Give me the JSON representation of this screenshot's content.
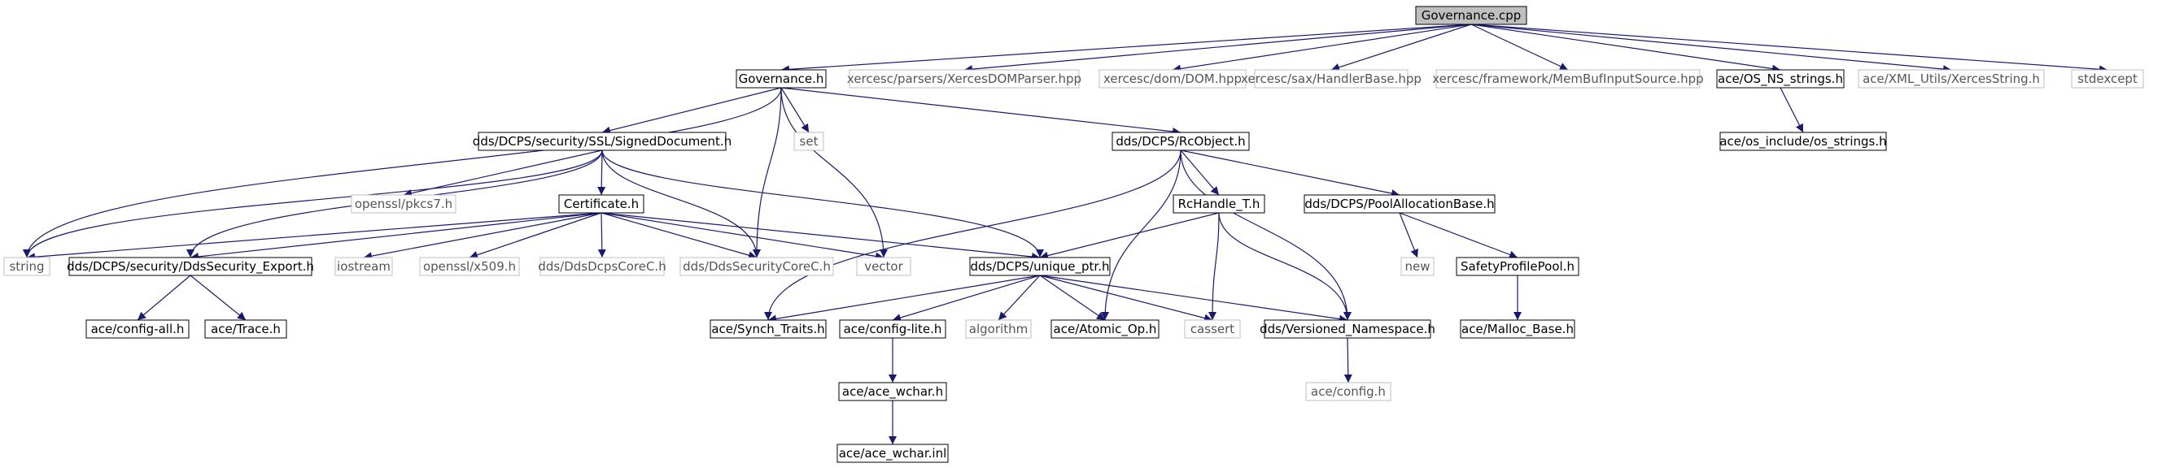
{
  "diagram": {
    "colors": {
      "edge": "#191970",
      "root_fill": "#bfbfbf",
      "node_border": "#000000",
      "external_border": "#bfbfbf",
      "text": "#000000",
      "external_text": "#555555"
    },
    "nodes": [
      {
        "id": "governance_cpp",
        "label": "Governance.cpp",
        "kind": "root"
      },
      {
        "id": "governance_h",
        "label": "Governance.h",
        "kind": "internal"
      },
      {
        "id": "xerces_dom_parser",
        "label": "xercesc/parsers/XercesDOMParser.hpp",
        "kind": "external"
      },
      {
        "id": "xerces_dom",
        "label": "xercesc/dom/DOM.hpp",
        "kind": "external"
      },
      {
        "id": "xerces_handler",
        "label": "xercesc/sax/HandlerBase.hpp",
        "kind": "external"
      },
      {
        "id": "xerces_membuf",
        "label": "xercesc/framework/MemBufInputSource.hpp",
        "kind": "external"
      },
      {
        "id": "ace_os_ns_strings",
        "label": "ace/OS_NS_strings.h",
        "kind": "internal"
      },
      {
        "id": "ace_xml_xercesstring",
        "label": "ace/XML_Utils/XercesString.h",
        "kind": "external"
      },
      {
        "id": "stdexcept",
        "label": "stdexcept",
        "kind": "external"
      },
      {
        "id": "signed_document",
        "label": "dds/DCPS/security/SSL/SignedDocument.h",
        "kind": "internal"
      },
      {
        "id": "set",
        "label": "set",
        "kind": "external"
      },
      {
        "id": "rcobject",
        "label": "dds/DCPS/RcObject.h",
        "kind": "internal"
      },
      {
        "id": "ace_os_include_strings",
        "label": "ace/os_include/os_strings.h",
        "kind": "internal"
      },
      {
        "id": "openssl_pkcs7",
        "label": "openssl/pkcs7.h",
        "kind": "external"
      },
      {
        "id": "certificate",
        "label": "Certificate.h",
        "kind": "internal"
      },
      {
        "id": "rchandle",
        "label": "RcHandle_T.h",
        "kind": "internal"
      },
      {
        "id": "pool_alloc",
        "label": "dds/DCPS/PoolAllocationBase.h",
        "kind": "internal"
      },
      {
        "id": "string",
        "label": "string",
        "kind": "external"
      },
      {
        "id": "dds_security_export",
        "label": "dds/DCPS/security/DdsSecurity_Export.h",
        "kind": "internal"
      },
      {
        "id": "iostream",
        "label": "iostream",
        "kind": "external"
      },
      {
        "id": "openssl_x509",
        "label": "openssl/x509.h",
        "kind": "external"
      },
      {
        "id": "dds_dcps_core",
        "label": "dds/DdsDcpsCoreC.h",
        "kind": "external"
      },
      {
        "id": "dds_security_core",
        "label": "dds/DdsSecurityCoreC.h",
        "kind": "external"
      },
      {
        "id": "vector",
        "label": "vector",
        "kind": "external"
      },
      {
        "id": "unique_ptr",
        "label": "dds/DCPS/unique_ptr.h",
        "kind": "internal"
      },
      {
        "id": "new",
        "label": "new",
        "kind": "external"
      },
      {
        "id": "safety_pool",
        "label": "SafetyProfilePool.h",
        "kind": "internal"
      },
      {
        "id": "ace_config_all",
        "label": "ace/config-all.h",
        "kind": "internal"
      },
      {
        "id": "ace_trace",
        "label": "ace/Trace.h",
        "kind": "internal"
      },
      {
        "id": "ace_synch_traits",
        "label": "ace/Synch_Traits.h",
        "kind": "internal"
      },
      {
        "id": "ace_config_lite",
        "label": "ace/config-lite.h",
        "kind": "internal"
      },
      {
        "id": "algorithm",
        "label": "algorithm",
        "kind": "external"
      },
      {
        "id": "ace_atomic_op",
        "label": "ace/Atomic_Op.h",
        "kind": "internal"
      },
      {
        "id": "cassert",
        "label": "cassert",
        "kind": "external"
      },
      {
        "id": "versioned_ns",
        "label": "dds/Versioned_Namespace.h",
        "kind": "internal"
      },
      {
        "id": "ace_malloc_base",
        "label": "ace/Malloc_Base.h",
        "kind": "internal"
      },
      {
        "id": "ace_wchar_h",
        "label": "ace/ace_wchar.h",
        "kind": "internal"
      },
      {
        "id": "ace_config_h",
        "label": "ace/config.h",
        "kind": "external"
      },
      {
        "id": "ace_wchar_inl",
        "label": "ace/ace_wchar.inl",
        "kind": "internal"
      }
    ],
    "edges": [
      [
        "governance_cpp",
        "governance_h"
      ],
      [
        "governance_cpp",
        "xerces_dom_parser"
      ],
      [
        "governance_cpp",
        "xerces_dom"
      ],
      [
        "governance_cpp",
        "xerces_handler"
      ],
      [
        "governance_cpp",
        "xerces_membuf"
      ],
      [
        "governance_cpp",
        "ace_os_ns_strings"
      ],
      [
        "governance_cpp",
        "ace_xml_xercesstring"
      ],
      [
        "governance_cpp",
        "stdexcept"
      ],
      [
        "governance_h",
        "signed_document"
      ],
      [
        "governance_h",
        "set"
      ],
      [
        "governance_h",
        "rcobject"
      ],
      [
        "governance_h",
        "string"
      ],
      [
        "governance_h",
        "dds_security_core"
      ],
      [
        "governance_h",
        "vector"
      ],
      [
        "ace_os_ns_strings",
        "ace_os_include_strings"
      ],
      [
        "signed_document",
        "openssl_pkcs7"
      ],
      [
        "signed_document",
        "certificate"
      ],
      [
        "signed_document",
        "string"
      ],
      [
        "signed_document",
        "dds_security_export"
      ],
      [
        "signed_document",
        "dds_security_core"
      ],
      [
        "signed_document",
        "unique_ptr"
      ],
      [
        "certificate",
        "string"
      ],
      [
        "certificate",
        "dds_security_export"
      ],
      [
        "certificate",
        "iostream"
      ],
      [
        "certificate",
        "openssl_x509"
      ],
      [
        "certificate",
        "dds_dcps_core"
      ],
      [
        "certificate",
        "dds_security_core"
      ],
      [
        "certificate",
        "vector"
      ],
      [
        "certificate",
        "unique_ptr"
      ],
      [
        "rcobject",
        "rchandle"
      ],
      [
        "rcobject",
        "pool_alloc"
      ],
      [
        "rcobject",
        "ace_synch_traits"
      ],
      [
        "rcobject",
        "ace_atomic_op"
      ],
      [
        "rcobject",
        "versioned_ns"
      ],
      [
        "rchandle",
        "unique_ptr"
      ],
      [
        "rchandle",
        "cassert"
      ],
      [
        "rchandle",
        "versioned_ns"
      ],
      [
        "pool_alloc",
        "new"
      ],
      [
        "pool_alloc",
        "safety_pool"
      ],
      [
        "safety_pool",
        "ace_malloc_base"
      ],
      [
        "dds_security_export",
        "ace_config_all"
      ],
      [
        "dds_security_export",
        "ace_trace"
      ],
      [
        "unique_ptr",
        "ace_synch_traits"
      ],
      [
        "unique_ptr",
        "ace_config_lite"
      ],
      [
        "unique_ptr",
        "algorithm"
      ],
      [
        "unique_ptr",
        "ace_atomic_op"
      ],
      [
        "unique_ptr",
        "cassert"
      ],
      [
        "unique_ptr",
        "versioned_ns"
      ],
      [
        "ace_config_lite",
        "ace_wchar_h"
      ],
      [
        "ace_wchar_h",
        "ace_wchar_inl"
      ],
      [
        "versioned_ns",
        "ace_config_h"
      ]
    ]
  }
}
